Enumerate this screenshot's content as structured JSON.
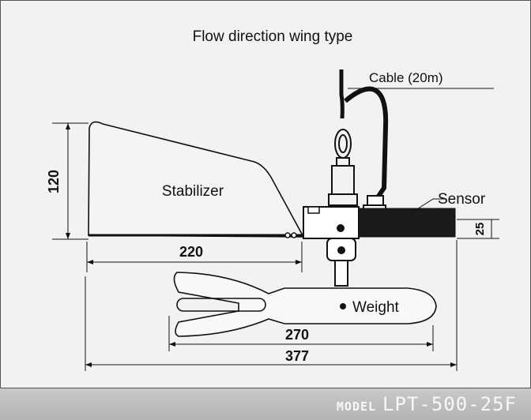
{
  "diagram": {
    "title": "Flow direction wing type",
    "labels": {
      "cable": "Cable (20m)",
      "sensor": "Sensor",
      "stabilizer": "Stabilizer",
      "weight": "Weight"
    },
    "dimensions": {
      "stabilizer_height": "120",
      "stabilizer_length": "220",
      "sensor_height": "25",
      "weight_length": "270",
      "overall_length": "377"
    }
  },
  "footer": {
    "model_prefix": "MODEL",
    "model_number": "LPT-500-25F"
  },
  "colors": {
    "line": "#111111",
    "sensor_body": "#1a1a1a",
    "background": "#f2f2f2",
    "footer_bar": "#bdbdbd"
  }
}
